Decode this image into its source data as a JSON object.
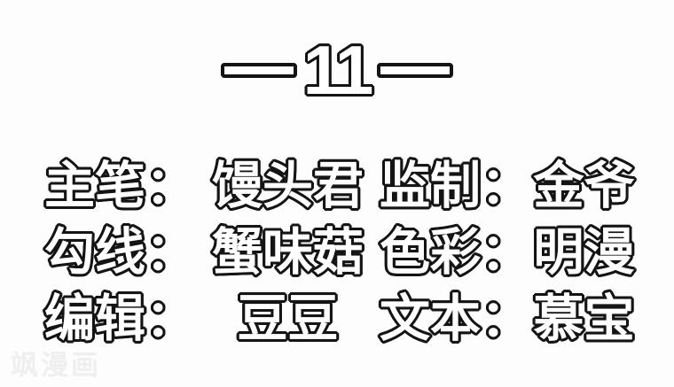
{
  "title": {
    "number": "11"
  },
  "credits": {
    "rows": [
      {
        "left": {
          "label": "主笔：",
          "name": "馒头君"
        },
        "right": {
          "label": "监制：",
          "name": "金爷"
        }
      },
      {
        "left": {
          "label": "勾线：",
          "name": "蟹味菇"
        },
        "right": {
          "label": "色彩：",
          "name": "明漫"
        }
      },
      {
        "left": {
          "label": "编辑：",
          "name": "豆豆"
        },
        "right": {
          "label": "文本：",
          "name": "慕宝"
        }
      }
    ]
  },
  "watermark": {
    "text": "飒漫画"
  },
  "colors": {
    "background": "#fdfdfd",
    "text_fill": "#ffffff",
    "text_outline": "#141414",
    "watermark": "#efefef"
  }
}
